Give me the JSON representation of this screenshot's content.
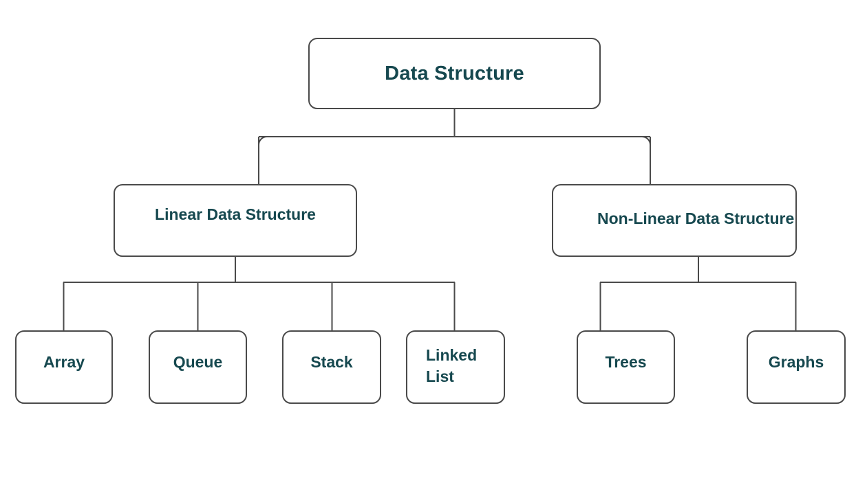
{
  "diagram": {
    "title": "Data Structure",
    "type": "tree",
    "orientation": "top-down",
    "colors": {
      "background": "#ffffff",
      "node_fill": "#ffffff",
      "node_border": "#4a4a4a",
      "text": "#16484f",
      "connector": "#4a4a4a"
    },
    "root": {
      "label": "Data Structure"
    },
    "branches": [
      {
        "label": "Linear Data Structure",
        "children": [
          {
            "label": "Array"
          },
          {
            "label": "Queue"
          },
          {
            "label": "Stack"
          },
          {
            "label": "Linked List"
          }
        ]
      },
      {
        "label": "Non-Linear Data Structure",
        "children": [
          {
            "label": "Trees"
          },
          {
            "label": "Graphs"
          }
        ]
      }
    ]
  }
}
